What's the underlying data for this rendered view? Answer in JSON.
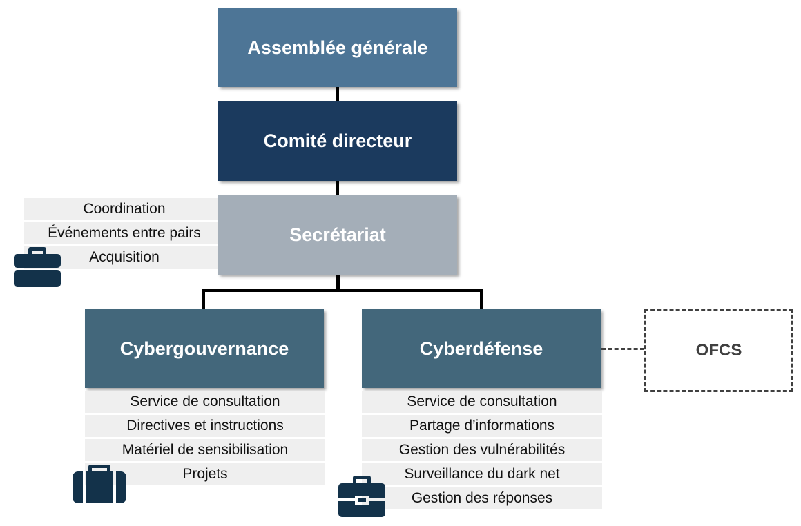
{
  "diagram": {
    "type": "org-chart",
    "colors": {
      "assemblee": "#4d7596",
      "comite": "#1b3a5e",
      "secretariat": "#a4aeb8",
      "division": "#43677b",
      "list_bg": "#efefef",
      "icon": "#13324a",
      "connector": "#000000",
      "external_border": "#404040"
    },
    "nodes": {
      "assemblee": {
        "label": "Assemblée générale"
      },
      "comite": {
        "label": "Comité directeur"
      },
      "secretariat": {
        "label": "Secrétariat",
        "tasks": [
          "Coordination",
          "Événements entre pairs",
          "Acquisition"
        ],
        "icon": "briefcase-icon"
      },
      "cybergouvernance": {
        "label": "Cybergouvernance",
        "tasks": [
          "Service de consultation",
          "Directives et instructions",
          "Matériel de sensibilisation",
          "Projets"
        ],
        "icon": "suitcase-icon"
      },
      "cyberdefense": {
        "label": "Cyberdéfense",
        "tasks": [
          "Service de consultation",
          "Partage d’informations",
          "Gestion des vulnérabilités",
          "Surveillance du dark net",
          "Gestion des réponses"
        ],
        "icon": "briefcase-clasp-icon"
      },
      "ofcs": {
        "label": "OFCS",
        "relation": "dashed"
      }
    },
    "edges": [
      [
        "assemblee",
        "comite"
      ],
      [
        "comite",
        "secretariat"
      ],
      [
        "secretariat",
        "cybergouvernance"
      ],
      [
        "secretariat",
        "cyberdefense"
      ],
      [
        "cyberdefense",
        "ofcs",
        "dashed"
      ]
    ]
  }
}
